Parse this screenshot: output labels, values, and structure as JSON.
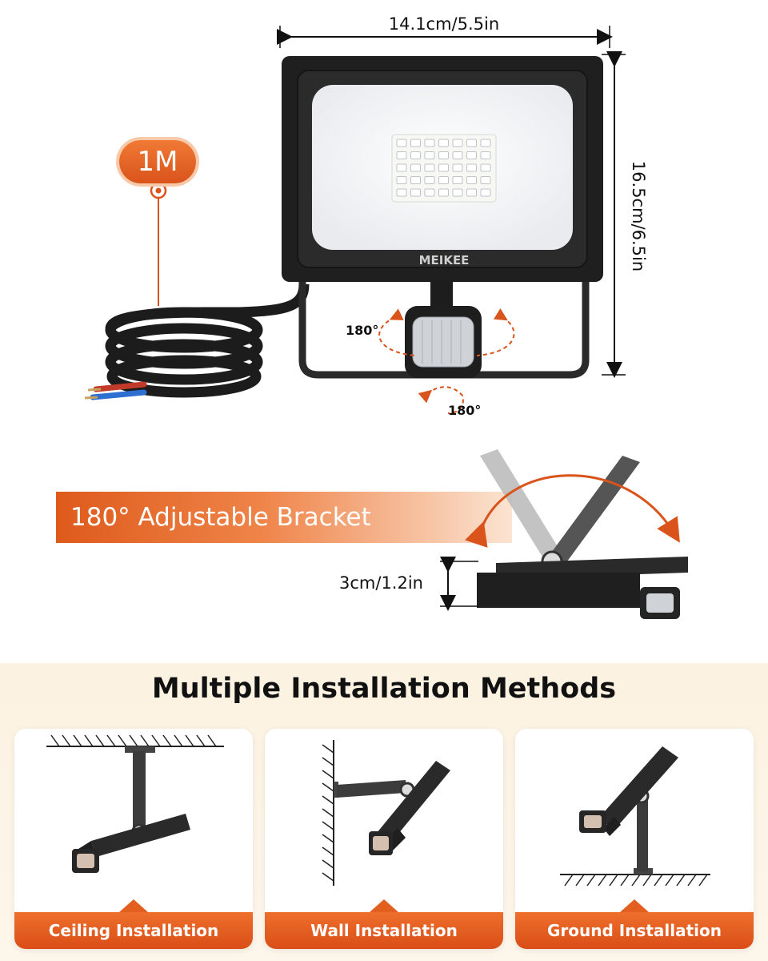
{
  "dimensions": {
    "width_label": "14.1cm/5.5in",
    "height_label": "16.5cm/6.5in",
    "depth_label": "3cm/1.2in"
  },
  "product": {
    "brand": "MEIKEE",
    "cable_length_label": "1M",
    "sensor_rotation_horizontal": "180°",
    "sensor_rotation_vertical": "180°"
  },
  "bracket": {
    "title": "180° Adjustable Bracket"
  },
  "installation": {
    "heading": "Multiple Installation Methods",
    "methods": [
      {
        "label": "Ceiling Installation"
      },
      {
        "label": "Wall Installation"
      },
      {
        "label": "Ground Installation"
      }
    ]
  },
  "colors": {
    "accent_orange": "#e25f20",
    "housing_black": "#1f1f1f",
    "band_cream": "#fbf2e1"
  }
}
